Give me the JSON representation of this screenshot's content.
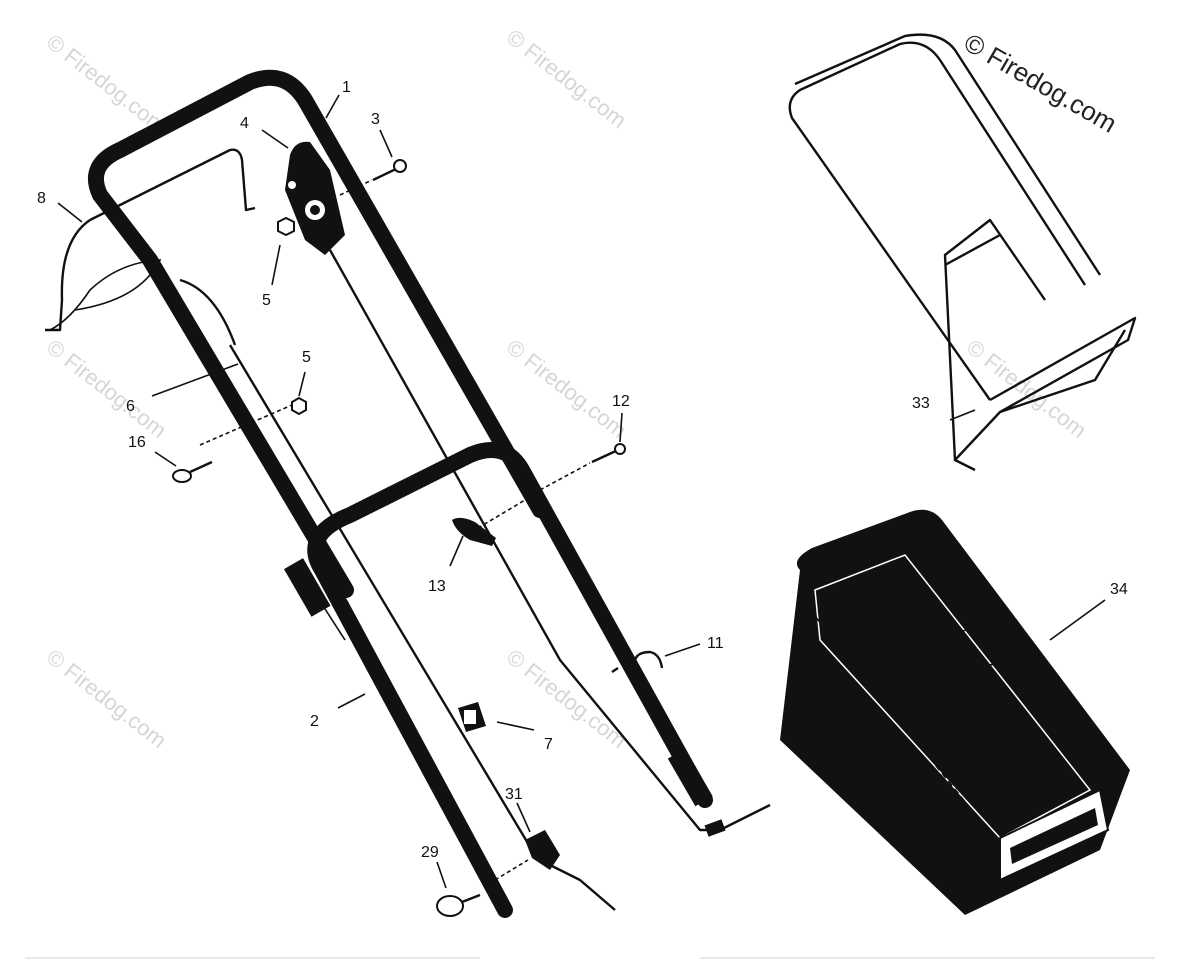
{
  "watermark": {
    "text": "© Firedog.com",
    "top_right_text": "© Firedog.com"
  },
  "callouts": [
    {
      "id": "1",
      "label": "1"
    },
    {
      "id": "2",
      "label": "2"
    },
    {
      "id": "3",
      "label": "3"
    },
    {
      "id": "4",
      "label": "4"
    },
    {
      "id": "5a",
      "label": "5"
    },
    {
      "id": "5b",
      "label": "5"
    },
    {
      "id": "6",
      "label": "6"
    },
    {
      "id": "7",
      "label": "7"
    },
    {
      "id": "8",
      "label": "8"
    },
    {
      "id": "11",
      "label": "11"
    },
    {
      "id": "12",
      "label": "12"
    },
    {
      "id": "13",
      "label": "13"
    },
    {
      "id": "16",
      "label": "16"
    },
    {
      "id": "29",
      "label": "29"
    },
    {
      "id": "31",
      "label": "31"
    },
    {
      "id": "33",
      "label": "33"
    },
    {
      "id": "34",
      "label": "34"
    }
  ],
  "colors": {
    "ink": "#111111",
    "watermark": "#d6d6d6",
    "background": "#ffffff"
  }
}
